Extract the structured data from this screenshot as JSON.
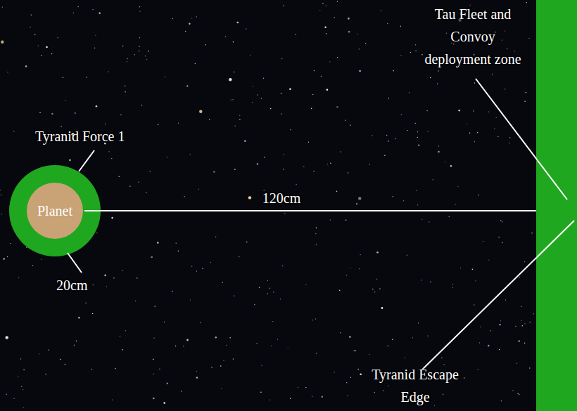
{
  "diagram": {
    "nodes": [
      {
        "text": [
          "Planet"
        ]
      }
    ],
    "labels": [
      "Tyranid Force 1",
      "20cm",
      "120cm",
      "Tau Fleet and Convoy deployment zone",
      "Tyranid Escape Edge"
    ]
  }
}
